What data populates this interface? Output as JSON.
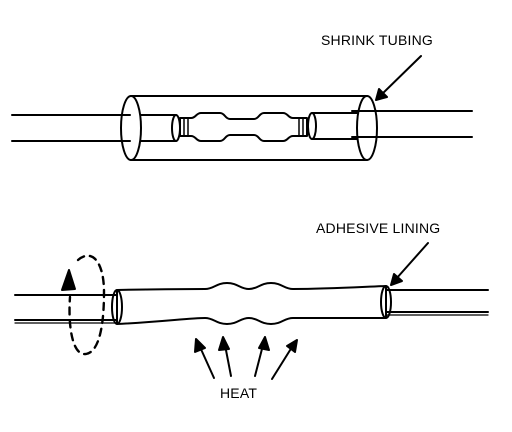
{
  "labels": {
    "shrink_tubing": "SHRINK TUBING",
    "adhesive_lining": "ADHESIVE LINING",
    "heat": "HEAT"
  },
  "colors": {
    "ink": "#000000",
    "paper": "#ffffff"
  }
}
